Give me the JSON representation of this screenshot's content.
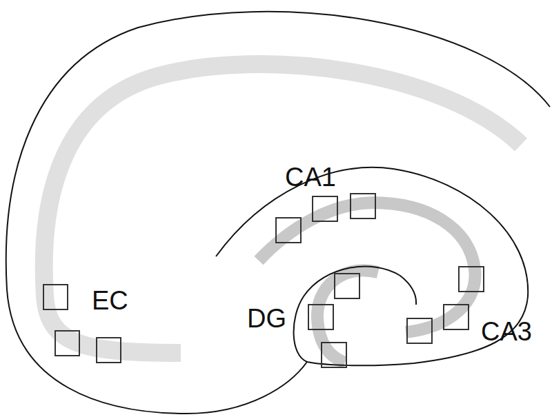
{
  "diagram": {
    "labels": [
      "CA1",
      "EC",
      "DG",
      "CA3"
    ]
  }
}
